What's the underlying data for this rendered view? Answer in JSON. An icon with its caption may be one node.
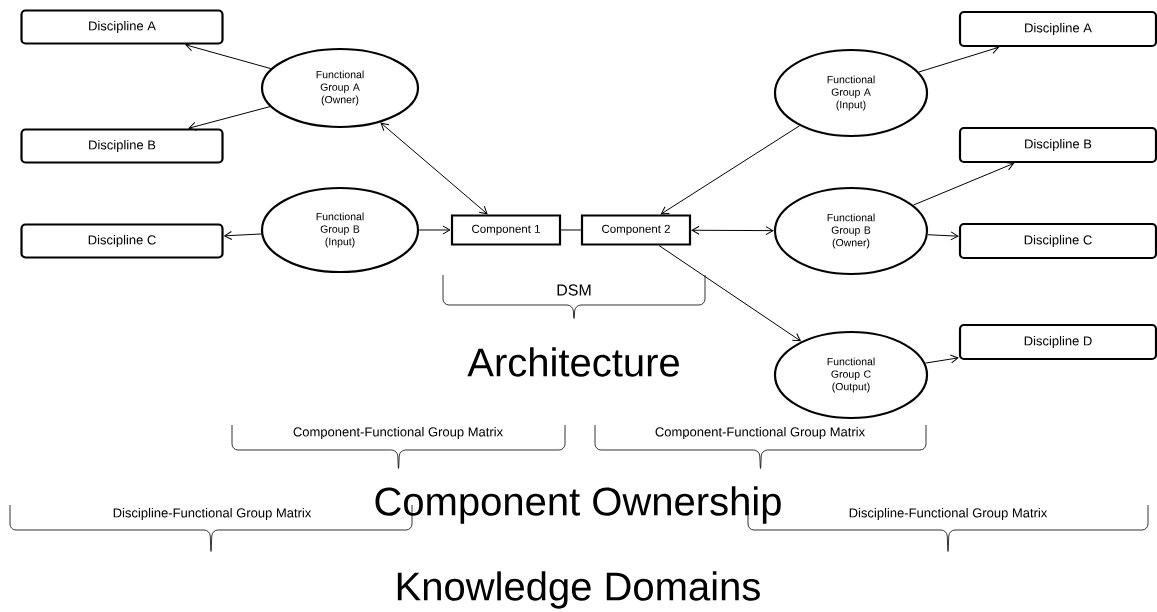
{
  "diagram": {
    "nodes": [
      {
        "text": [
          "Discipline A"
        ]
      },
      {
        "text": [
          "Functional Group A (Owner)"
        ]
      },
      {
        "text": [
          "Discipline B"
        ]
      },
      {
        "text": [
          "Discipline C"
        ]
      },
      {
        "text": [
          "Functional Group B (Input)"
        ]
      },
      {
        "text": [
          "Component 1"
        ]
      },
      {
        "text": [
          "Component 2"
        ]
      },
      {
        "text": [
          "Discipline A"
        ]
      },
      {
        "text": [
          "Functional Group A (Input)"
        ]
      },
      {
        "text": [
          "Discipline B"
        ]
      },
      {
        "text": [
          "Functional Group B (Owner)"
        ]
      },
      {
        "text": [
          "Discipline C"
        ]
      },
      {
        "text": [
          "Discipline D"
        ]
      },
      {
        "text": [
          "Functional Group C (Output)"
        ]
      }
    ],
    "edges": [
      {
        "from": 1,
        "to": 0,
        "arrow": "to"
      },
      {
        "from": 1,
        "to": 2,
        "arrow": "to"
      },
      {
        "from": 1,
        "to": 5,
        "arrow": "both"
      },
      {
        "from": 4,
        "to": 3,
        "arrow": "to"
      },
      {
        "from": 4,
        "to": 5,
        "arrow": "to"
      },
      {
        "from": 5,
        "to": 6,
        "arrow": "none"
      },
      {
        "from": 8,
        "to": 6,
        "arrow": "to"
      },
      {
        "from": 6,
        "to": 10,
        "arrow": "both"
      },
      {
        "from": 6,
        "to": 13,
        "arrow": "to"
      },
      {
        "from": 8,
        "to": 7,
        "arrow": "to"
      },
      {
        "from": 10,
        "to": 9,
        "arrow": "to"
      },
      {
        "from": 10,
        "to": 11,
        "arrow": "to"
      },
      {
        "from": 13,
        "to": 12,
        "arrow": "to"
      }
    ],
    "labels": [
      "DSM",
      "Architecture",
      "Component-Functional Group Matrix",
      "Component-Functional Group Matrix",
      "Component Ownership",
      "Discipline-Functional Group Matrix",
      "Discipline-Functional Group Matrix",
      "Knowledge Domains"
    ]
  }
}
